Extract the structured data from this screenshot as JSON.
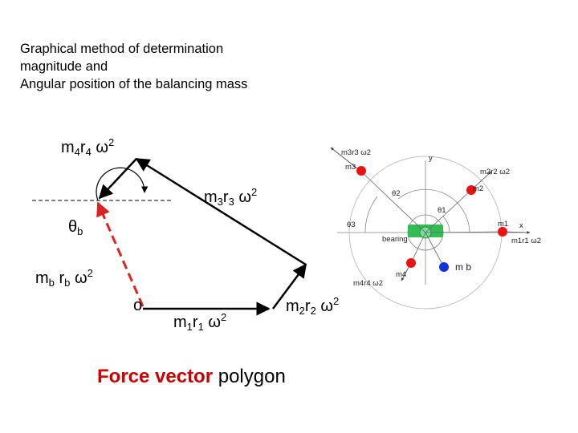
{
  "title": {
    "line1": "Graphical method of determination",
    "line2": "magnitude and",
    "line3": "Angular position of the balancing mass"
  },
  "polygon_labels": {
    "m4r4w2": {
      "m": "m",
      "i1": "4",
      "r": "r",
      "i2": "4",
      "w": "ω",
      "p": "2"
    },
    "m3r3w2": {
      "m": "m",
      "i1": "3",
      "r": "r",
      "i2": "3",
      "w": "ω",
      "p": "2"
    },
    "theta_b": {
      "t": "θ",
      "s": "b"
    },
    "mbrbw2": {
      "m": "m",
      "i1": "b",
      "r": "r",
      "i2": "b",
      "w": "ω",
      "p": "2"
    },
    "origin": "o",
    "m1r1w2": {
      "m": "m",
      "i1": "1",
      "r": "r",
      "i2": "1",
      "w": "ω",
      "p": "2"
    },
    "m2r2w2": {
      "m": "m",
      "i1": "2",
      "r": "r",
      "i2": "2",
      "w": "ω",
      "p": "2"
    }
  },
  "caption": {
    "keyword": "Force vector",
    "rest": " polygon"
  },
  "inset": {
    "axis_y": "y",
    "axis_x": "x",
    "bearing": "bearing",
    "theta2": "θ2",
    "theta1": "θ1",
    "theta3": "θ3",
    "m3r3w2": "m3r3 ω2",
    "m3": "m3",
    "m2r2w2": "m2r2 ω2",
    "m2": "m2",
    "m1": "m1",
    "m1r1w2": "m1r1 ω2",
    "m4r4w2": "m4r4 ω2",
    "m4": "m4",
    "mb": "m b"
  },
  "colors": {
    "polygon": "#000000",
    "balancing_vector": "#dd2222",
    "mass_red": "#ee1111",
    "mass_blue": "#1133dd",
    "bearing_green": "#33bb55",
    "caption_keyword": "#cc0000"
  }
}
